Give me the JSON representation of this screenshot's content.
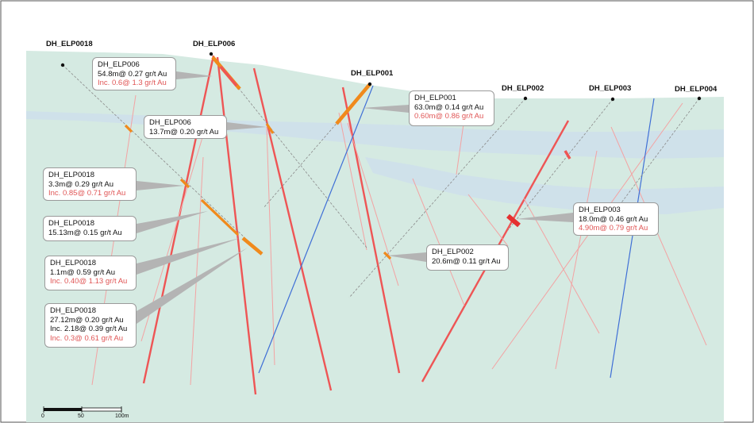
{
  "colors": {
    "terrain": "#d5eae2",
    "band": "#cfe1ea",
    "fault_red": "#ee5555",
    "fault_pink": "#f3a3a3",
    "fault_blue": "#3f6fd6",
    "drill": "#8a8a8a",
    "intercept": "#f08a1c",
    "text_red": "#e05555"
  },
  "holes": [
    {
      "id": "dh18",
      "label": "DH_ELP0018"
    },
    {
      "id": "dh06",
      "label": "DH_ELP006"
    },
    {
      "id": "dh01",
      "label": "DH_ELP001"
    },
    {
      "id": "dh02",
      "label": "DH_ELP002"
    },
    {
      "id": "dh03",
      "label": "DH_ELP003"
    },
    {
      "id": "dh04",
      "label": "DH_ELP004"
    }
  ],
  "callouts": [
    {
      "id": "c1",
      "title": "DH_ELP006",
      "lines": [
        "54.8m@ 0.27 gr/t Au"
      ],
      "red": [
        "Inc. 0.6@ 1.3 gr/t Au"
      ]
    },
    {
      "id": "c2",
      "title": "DH_ELP006",
      "lines": [
        "13.7m@ 0.20 gr/t Au"
      ],
      "red": []
    },
    {
      "id": "c3",
      "title": "DH_ELP001",
      "lines": [
        "63.0m@ 0.14 gr/t Au"
      ],
      "red": [
        "0.60m@ 0.86 gr/t Au"
      ]
    },
    {
      "id": "c4",
      "title": "DH_ELP0018",
      "lines": [
        "3.3m@ 0.29 gr/t Au"
      ],
      "red": [
        "Inc. 0.85@ 0.71 gr/t Au"
      ]
    },
    {
      "id": "c5",
      "title": "DH_ELP0018",
      "lines": [
        "15.13m@ 0.15 gr/t Au"
      ],
      "red": []
    },
    {
      "id": "c6",
      "title": "DH_ELP0018",
      "lines": [
        "1.1m@ 0.59 gr/t Au"
      ],
      "red": [
        "Inc. 0.40@ 1.13 gr/t Au"
      ]
    },
    {
      "id": "c7",
      "title": "DH_ELP0018",
      "lines": [
        "27.12m@ 0.20 gr/t Au",
        "Inc. 2.18@ 0.39 gr/t Au"
      ],
      "red": [
        "Inc. 0.3@ 0.61 gr/t Au"
      ]
    },
    {
      "id": "c8",
      "title": "DH_ELP002",
      "lines": [
        "20.6m@ 0.11 gr/t Au"
      ],
      "red": []
    },
    {
      "id": "c9",
      "title": "DH_ELP003",
      "lines": [
        "18.0m@ 0.46 gr/t Au"
      ],
      "red": [
        "4.90m@ 0.79 gr/t Au"
      ]
    }
  ],
  "scale_bar": {
    "ticks": [
      "0",
      "50",
      "100m"
    ]
  }
}
